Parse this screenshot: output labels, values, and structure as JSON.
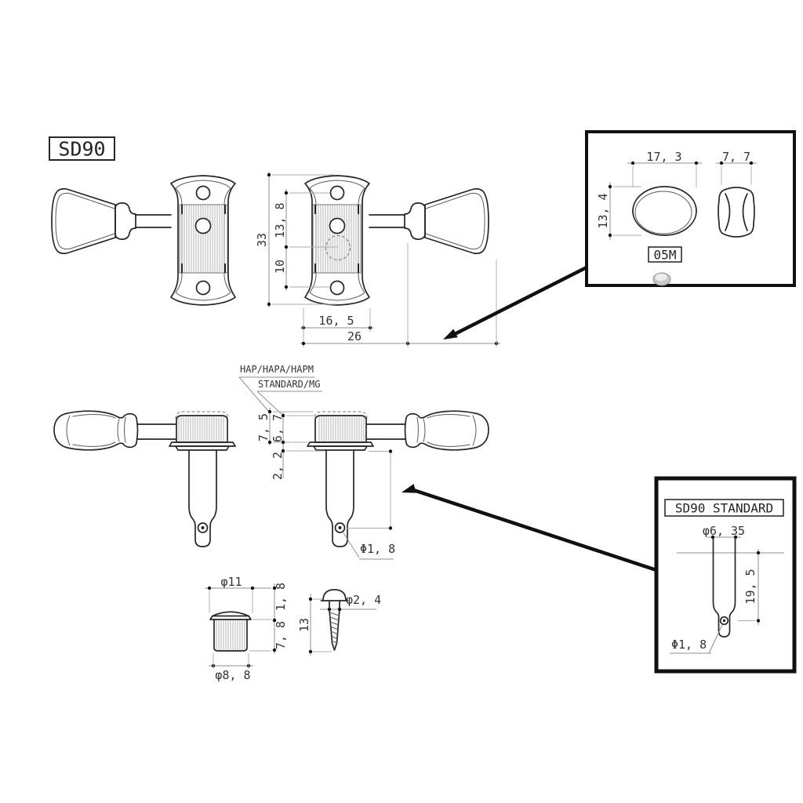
{
  "title": "SD90",
  "front": {
    "h33": "33",
    "d138": "13, 8",
    "d10": "10",
    "w165": "16, 5",
    "w26": "26"
  },
  "inset_knob": {
    "w173": "17, 3",
    "h134": "13, 4",
    "t77": "7, 7",
    "model": "05M"
  },
  "side": {
    "hap": "HAP/HAPA/HAPM",
    "std": "STANDARD/MG",
    "d75": "7, 5",
    "d67": "6, 7",
    "d22": "2, 2",
    "hole": "Φ1, 8"
  },
  "inset_post": {
    "title": "SD90 STANDARD",
    "dia": "φ6, 35",
    "len": "19, 5",
    "hole": "Φ1, 8"
  },
  "bushing": {
    "dia_head": "φ11",
    "h_head": "1, 8",
    "h_body": "7, 8",
    "dia_body": "φ8, 8"
  },
  "screw": {
    "dia": "φ2, 4",
    "len": "13"
  }
}
